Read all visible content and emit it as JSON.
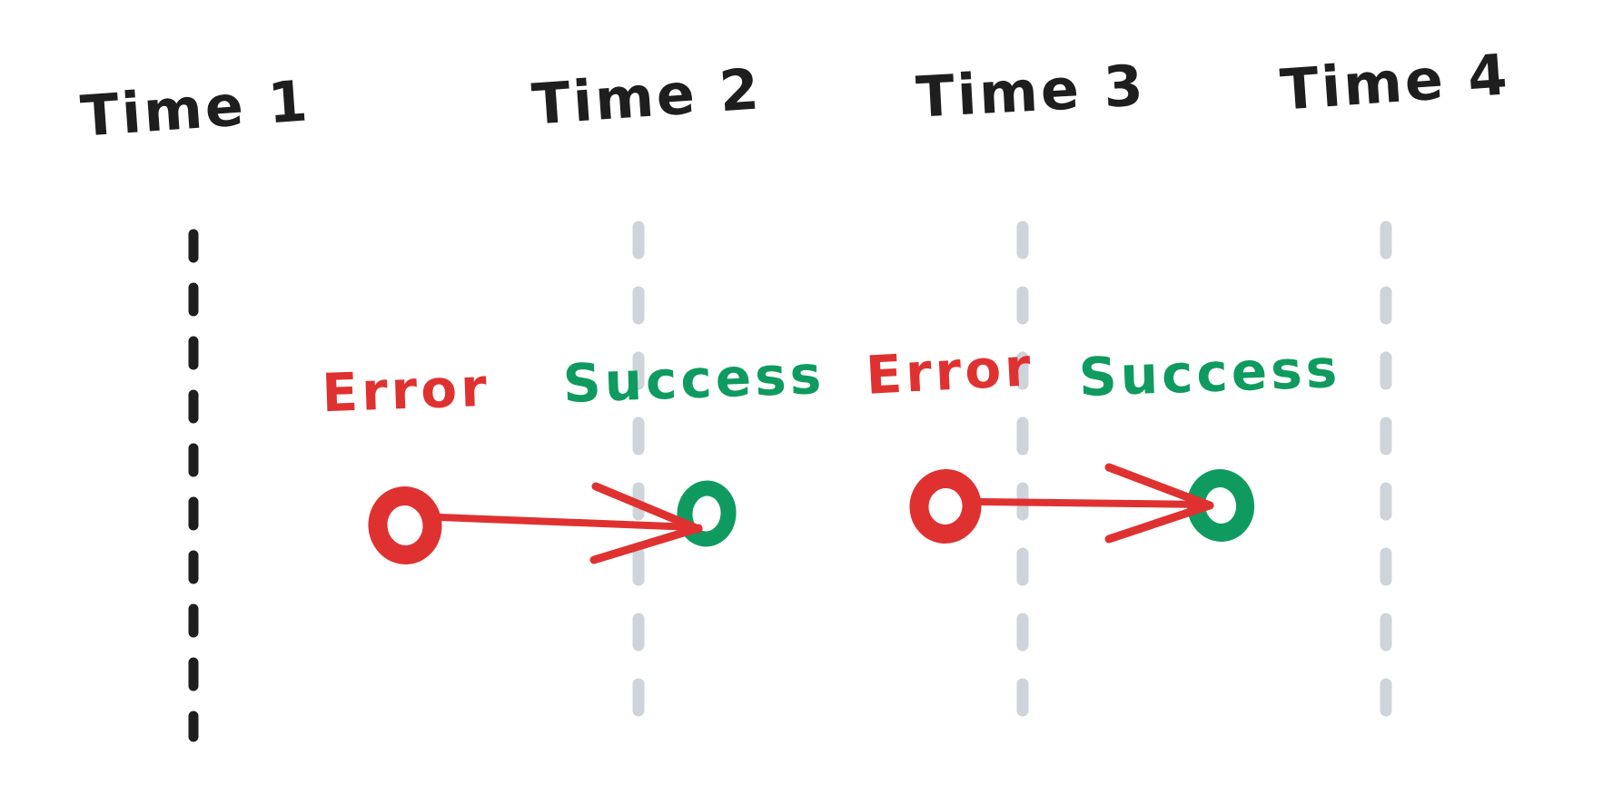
{
  "page": {
    "background": "#ffffff"
  },
  "timeline": {
    "labels": [
      "Time 1",
      "Time 2",
      "Time 3",
      "Time 4"
    ],
    "line_style": "dashed-vertical",
    "emphasized_line": "Time 1"
  },
  "transitions": [
    {
      "from": "Error",
      "to": "Success"
    },
    {
      "from": "Error",
      "to": "Success"
    }
  ],
  "colors": {
    "error": "#e03131",
    "success": "#0f9b60",
    "timeline_emphasis": "#1e1e1e",
    "timeline_muted": "#ced4da",
    "background": "#ffffff"
  }
}
